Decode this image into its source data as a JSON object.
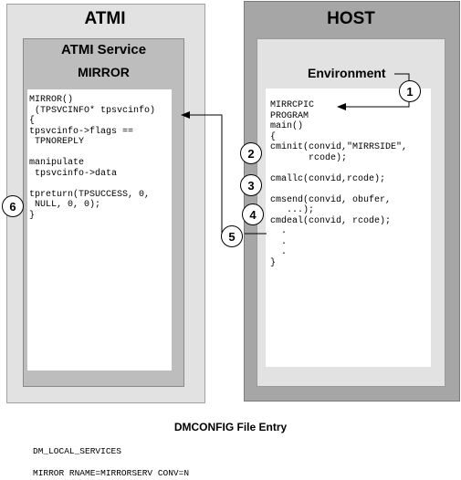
{
  "atmi": {
    "title": "ATMI",
    "service_title": "ATMI Service",
    "service_name": "MIRROR",
    "code_lines": [
      "MIRROR()",
      " (TPSVCINFO* tpsvcinfo)",
      "{",
      "tpsvcinfo->flags ==",
      " TPNOREPLY",
      "",
      "manipulate",
      " tpsvcinfo->data",
      "",
      "tpreturn(TPSUCCESS, 0,",
      " NULL, 0, 0);",
      "}"
    ]
  },
  "host": {
    "title": "HOST",
    "environment_label": "Environment",
    "code_lines": [
      "MIRRCPIC",
      "PROGRAM",
      "main()",
      "{",
      "cminit(convid,\"MIRRSIDE\",",
      "       rcode);",
      "",
      "cmallc(convid,rcode);",
      "",
      "cmsend(convid, obufer,",
      "   ...);",
      "cmdeal(convid, rcode);",
      "  .",
      "  .",
      "  .",
      "}"
    ]
  },
  "steps": [
    "1",
    "2",
    "3",
    "4",
    "5",
    "6"
  ],
  "dmconfig": {
    "heading": "DMCONFIG File Entry",
    "line1": "DM_LOCAL_SERVICES",
    "line2": "MIRROR RNAME=MIRRORSERV CONV=N"
  }
}
